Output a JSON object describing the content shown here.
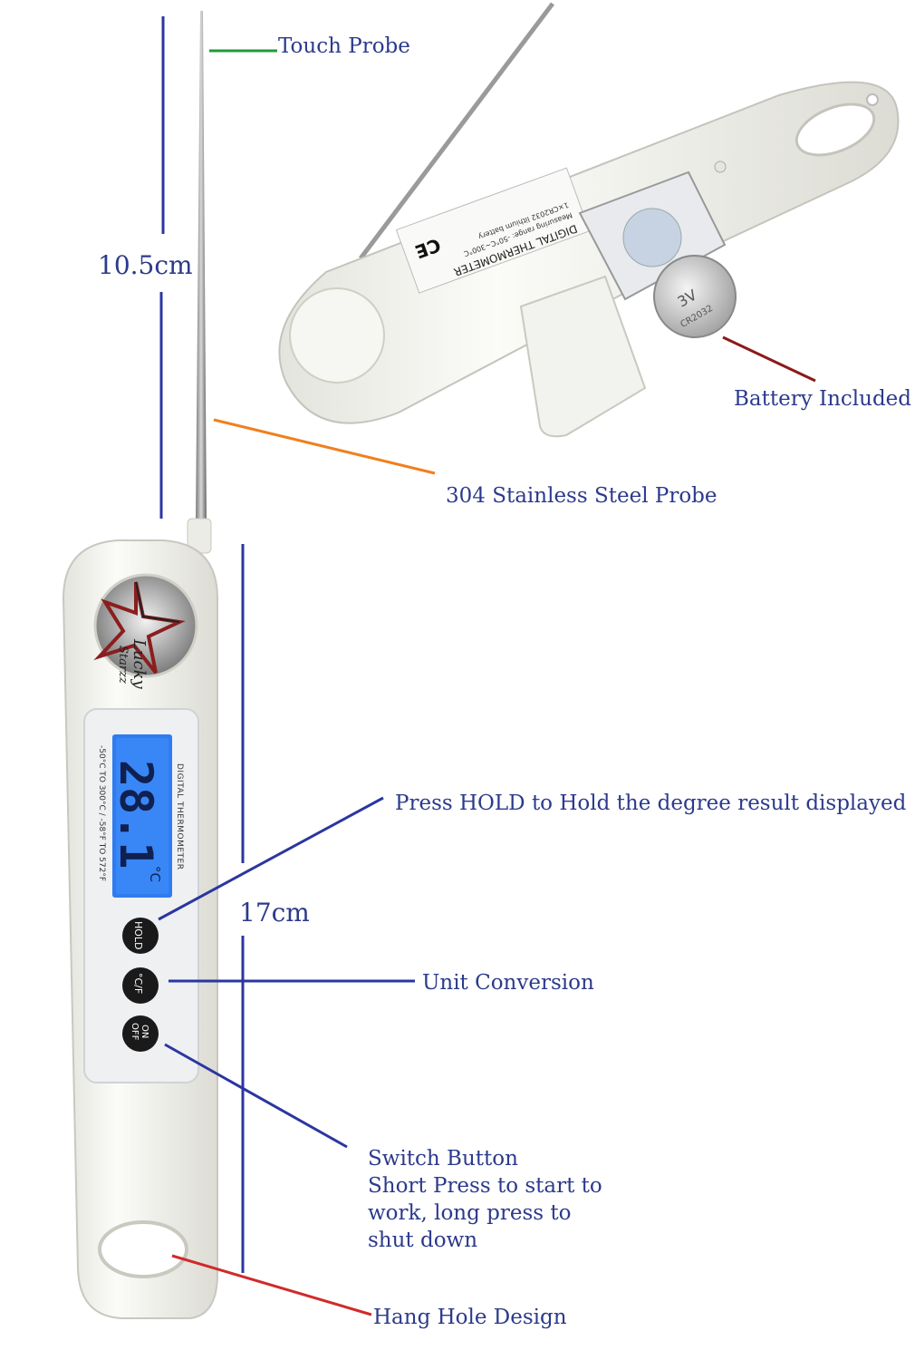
{
  "colors": {
    "label_text": "#2c3a8c",
    "dimension_line": "#2b36a0",
    "touch_probe_line": "#1f9a3a",
    "steel_probe_line": "#f07f1f",
    "battery_line": "#8b1a1a",
    "hang_hole_line": "#d12a2a",
    "button_line": "#2b36a0",
    "lcd_blue": "#2f7cf0",
    "body_white": "#f4f4f0",
    "button_black": "#1a1a1a"
  },
  "callouts": {
    "touch_probe": "Touch Probe",
    "battery": "Battery Included",
    "steel_probe": "304 Stainless Steel Probe",
    "hold": "Press HOLD to Hold the degree result displayed",
    "unit": "Unit Conversion",
    "switch": [
      "Switch Button",
      "Short Press to start to",
      "work, long press to",
      "shut down"
    ],
    "hang_hole": "Hang Hole Design"
  },
  "dimensions": {
    "probe_length": "10.5cm",
    "body_length": "17cm"
  },
  "device": {
    "reading": "28.1",
    "unit": "°C",
    "panel_title": "DIGITAL THERMOMETER",
    "range_text": "-50°C TO 300°C / -58°F TO 572°F",
    "brand_line1": "Lucky",
    "brand_line2": "Starzz",
    "hold_label": "HOLD",
    "cf_label": "°C/F",
    "onoff_line1": "ON",
    "onoff_line2": "OFF"
  },
  "back_label": {
    "title": "DIGITAL THERMOMETER",
    "range": "Measuring range: -50°C~300°C",
    "battery": "1×CR2032 lithium battery",
    "ce": "CE"
  },
  "coin_cell": {
    "model": "CR2032",
    "volts": "3V"
  }
}
